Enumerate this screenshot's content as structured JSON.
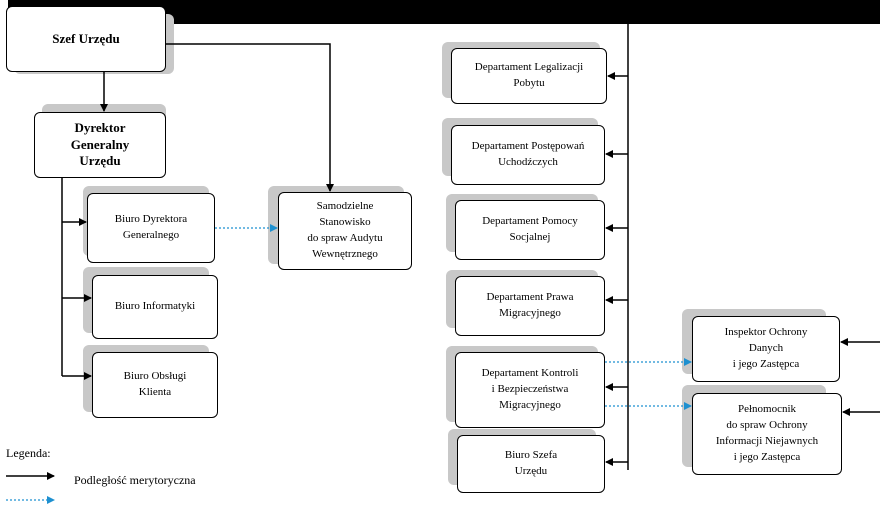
{
  "nodes": {
    "szef": "Szef Urzędu",
    "dyrektor": "Dyrektor\nGeneralny\nUrzędu",
    "biuro_dyrektora": "Biuro Dyrektora\nGeneralnego",
    "biuro_informatyki": "Biuro Informatyki",
    "biuro_obslugi": "Biuro Obsługi\nKlienta",
    "samodzielne": "Samodzielne\nStanowisko\ndo spraw Audytu\nWewnętrznego",
    "dep_legalizacji": "Departament Legalizacji\nPobytu",
    "dep_postepowan": "Departament Postępowań\nUchodźczych",
    "dep_pomocy": "Departament Pomocy\nSocjalnej",
    "dep_prawa": "Departament Prawa\nMigracyjnego",
    "dep_kontroli": "Departament Kontroli\ni Bezpieczeństwa\nMigracyjnego",
    "biuro_szefa": "Biuro Szefa\nUrzędu",
    "inspektor": "Inspektor Ochrony\nDanych\ni jego Zastępca",
    "pelnomocnik": "Pełnomocnik\ndo spraw Ochrony\nInformacji Niejawnych\ni jego Zastępca"
  },
  "legend": {
    "title": "Legenda:",
    "solid_label": "Podległość merytoryczna"
  },
  "colors": {
    "solid": "#000000",
    "dotted": "#1e90d0",
    "shadow": "#c8c8c8"
  }
}
